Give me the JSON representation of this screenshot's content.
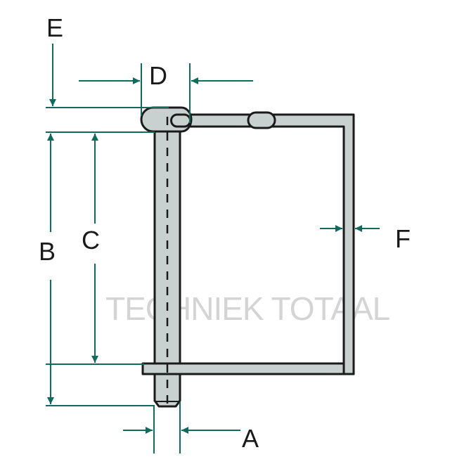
{
  "watermark": "TECHNIEK TOTAAL",
  "labels": {
    "A": "A",
    "B": "B",
    "C": "C",
    "D": "D",
    "E": "E",
    "F": "F"
  },
  "colors": {
    "dimension": "#0f6b5c",
    "part_fill": "#c9d1d0",
    "outline": "#1a1a1a"
  }
}
